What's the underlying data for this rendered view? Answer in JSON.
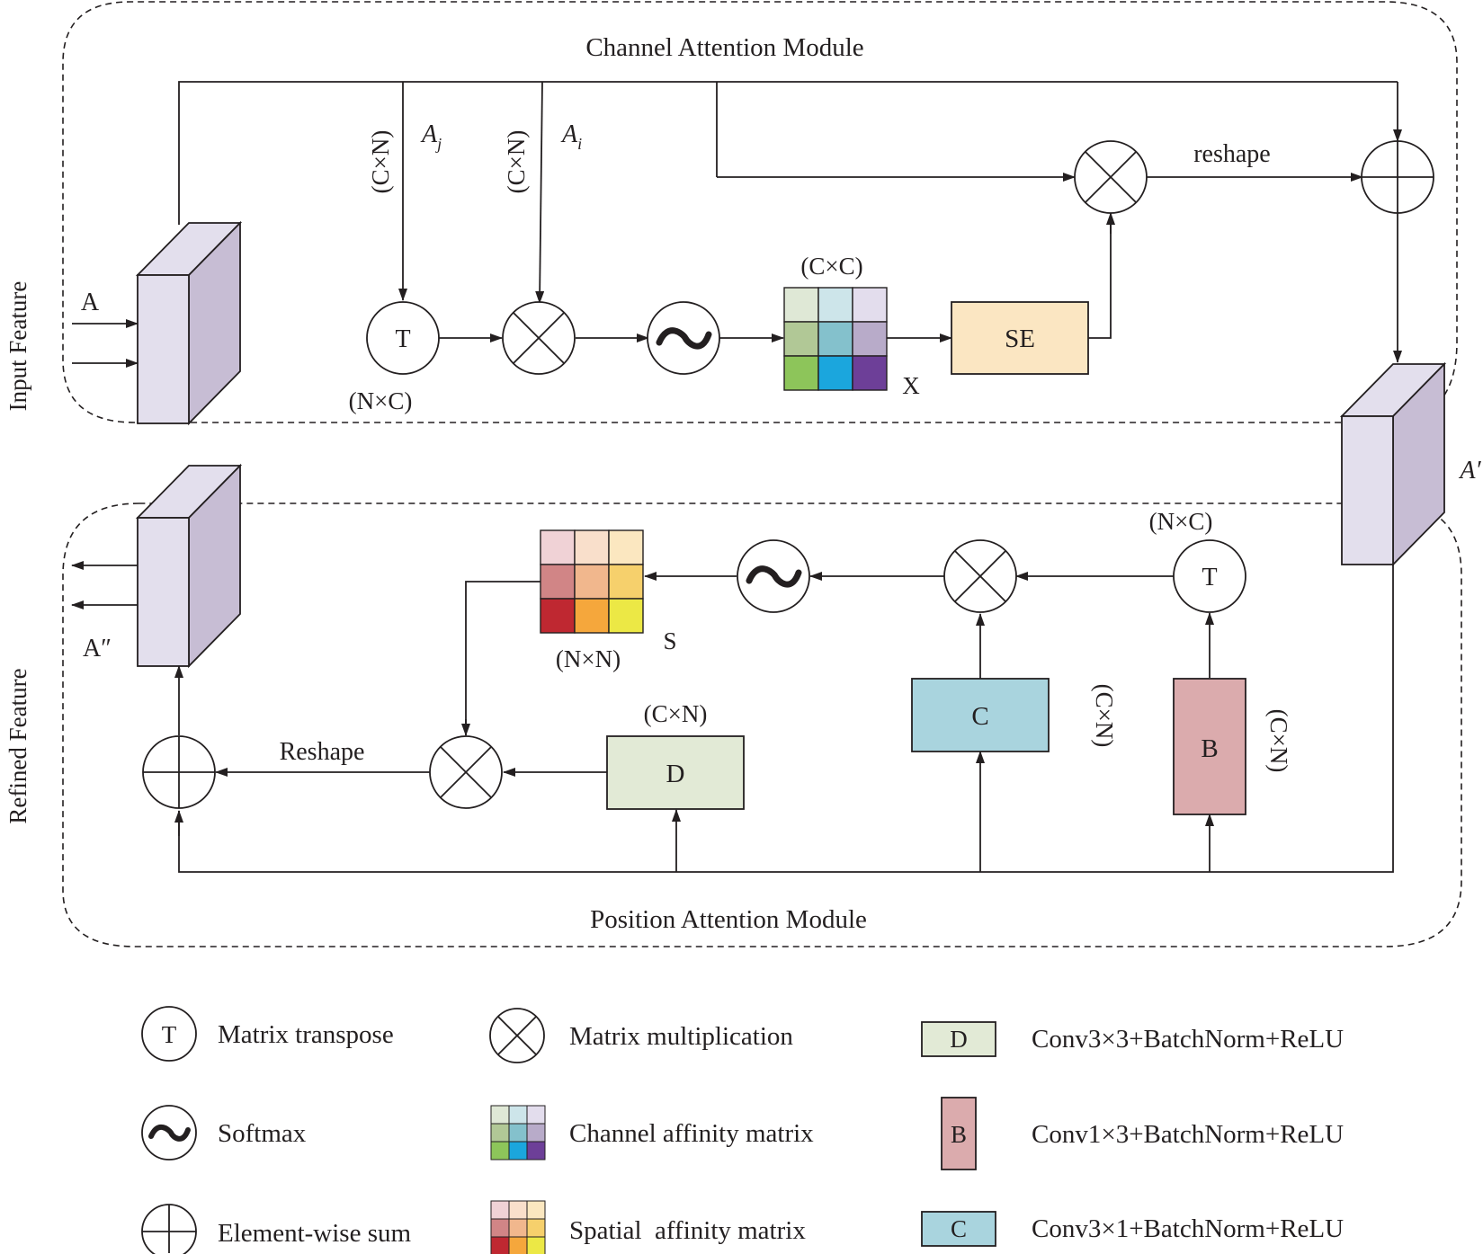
{
  "channel_module": {
    "title": "Channel Attention Module",
    "input_label": "A",
    "aj_label": "A",
    "aj_sub": "j",
    "ai_label": "A",
    "ai_sub": "i",
    "cn_label_1": "(C×N)",
    "cn_label_2": "(C×N)",
    "nc_label": "(N×C)",
    "cc_label": "(C×C)",
    "x_label": "X",
    "reshape_label": "reshape",
    "transpose_symbol": "T",
    "se_label": "SE",
    "output_label": "A′",
    "affinity_colors": [
      "#dfe8d6",
      "#cde5ea",
      "#e3dded",
      "#b1c896",
      "#84c1cc",
      "#b8abc9",
      "#8dc55a",
      "#1ba6dd",
      "#6d3f98"
    ]
  },
  "position_module": {
    "title": "Position Attention Module",
    "output_label": "A″",
    "nc_label": "(N×C)",
    "transpose_symbol": "T",
    "nn_label": "(N×N)",
    "s_label": "S",
    "cn_label_d": "(C×N)",
    "cn_label_c": "(C×N)",
    "cn_label_b": "(C×N)",
    "reshape_label": "Reshape",
    "block_d": "D",
    "block_c": "C",
    "block_b": "B",
    "affinity_colors": [
      "#f0d2d6",
      "#f9dfcb",
      "#fbe7c0",
      "#d18586",
      "#f1b78d",
      "#f6d06c",
      "#bf2831",
      "#f5a73c",
      "#ece845"
    ]
  },
  "side_labels": {
    "input": "Input Feature",
    "refined": "Refined Feature"
  },
  "legend": {
    "transpose": "Matrix transpose",
    "transpose_symbol": "T",
    "softmax": "Softmax",
    "sum": "Element-wise sum",
    "multiplication": "Matrix multiplication",
    "channel_affinity": "Channel affinity matrix",
    "spatial_affinity": "Spatial  affinity matrix",
    "d_symbol": "D",
    "d_desc": "Conv3×3+BatchNorm+ReLU",
    "b_symbol": "B",
    "b_desc": "Conv1×3+BatchNorm+ReLU",
    "c_symbol": "C",
    "c_desc": "Conv3×1+BatchNorm+ReLU"
  },
  "colors": {
    "feature_front": "#e3dfed",
    "feature_side": "#c7bdd4",
    "feature_top": "#e3dfed",
    "se_fill": "#fbe6c2",
    "d_fill": "#e2ead6",
    "c_fill": "#a9d4de",
    "b_fill": "#dbabad",
    "line": "#231f20"
  }
}
